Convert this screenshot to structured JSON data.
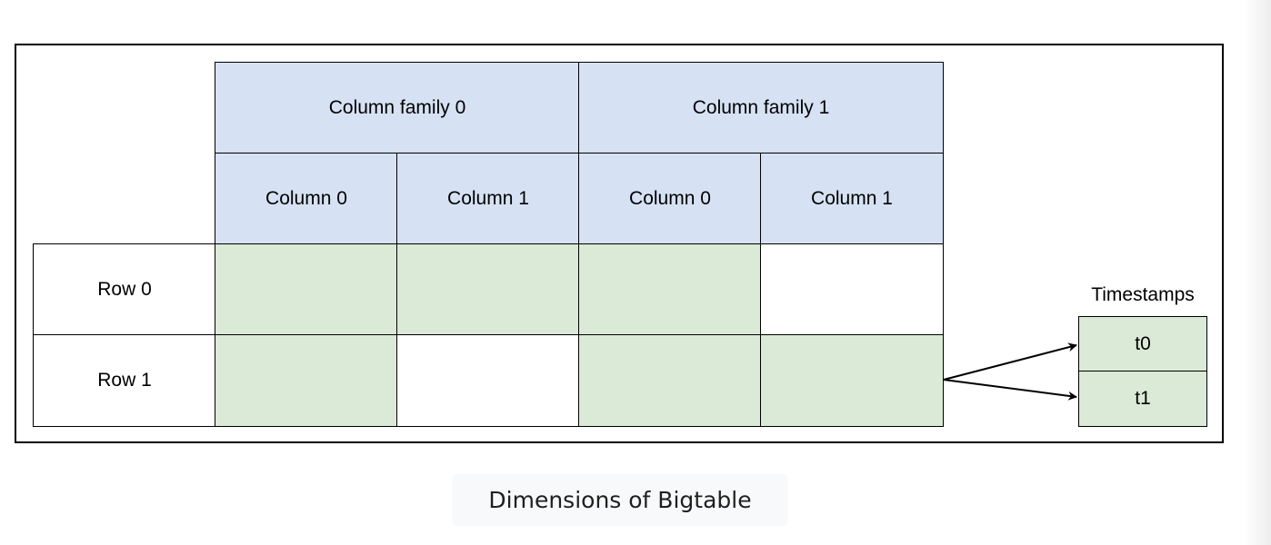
{
  "diagram": {
    "column_families": [
      "Column family 0",
      "Column family 1"
    ],
    "columns": [
      "Column 0",
      "Column 1",
      "Column 0",
      "Column 1"
    ],
    "rows": [
      "Row 0",
      "Row 1"
    ],
    "cell_filled": [
      [
        true,
        true,
        true,
        false
      ],
      [
        true,
        false,
        true,
        true
      ]
    ],
    "timestamps_title": "Timestamps",
    "timestamps": [
      "t0",
      "t1"
    ],
    "colors": {
      "header": "#d6e2f3",
      "filled": "#dbe9d7",
      "empty": "#ffffff",
      "border": "#000000"
    }
  },
  "caption": "Dimensions of Bigtable"
}
